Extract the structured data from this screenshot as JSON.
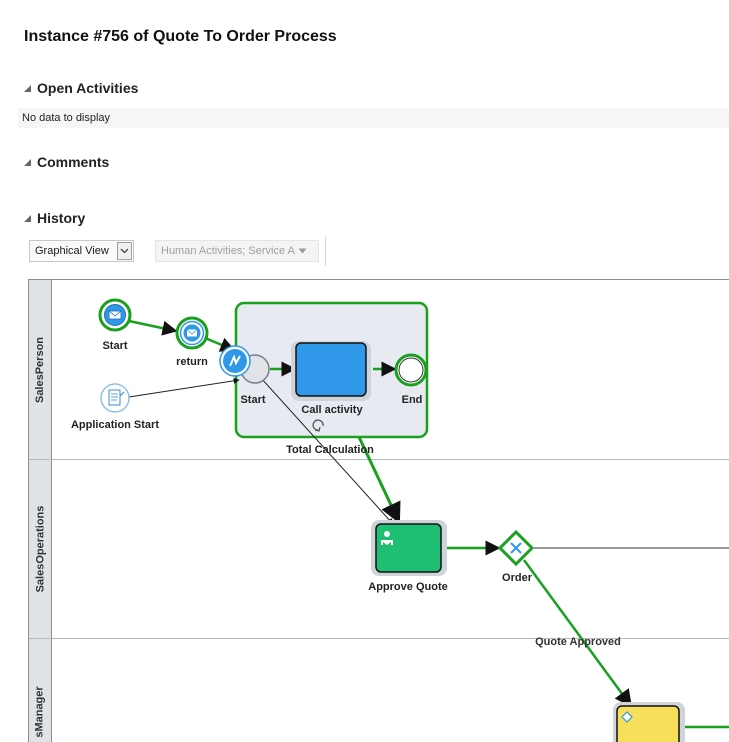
{
  "page": {
    "title": "Instance #756 of Quote To Order Process"
  },
  "sections": {
    "open_activities": {
      "label": "Open Activities",
      "empty_text": "No data to display"
    },
    "comments": {
      "label": "Comments"
    },
    "history": {
      "label": "History"
    }
  },
  "history_toolbar": {
    "view_select": {
      "value": "Graphical View"
    },
    "filter_select": {
      "value": "Human Activities; Service A"
    }
  },
  "diagram": {
    "lanes": [
      "SalesPerson",
      "SalesOperations",
      "sManager"
    ],
    "nodes": {
      "start_event": "Start",
      "return_event": "return",
      "application_start": "Application Start",
      "sub_start": "Start",
      "call_activity": "Call activity",
      "sub_end": "End",
      "subprocess": "Total Calculation",
      "approve_quote": "Approve Quote",
      "order_gateway": "Order",
      "quote_approved_flow": "Quote Approved"
    },
    "colors": {
      "completed": "#19a01e",
      "task_blue": "#2f98e8",
      "task_green": "#1fbf73",
      "task_yellow": "#f7df5c",
      "subprocess_bg": "#e7eaf0",
      "lane_header": "#dfe3e8"
    }
  }
}
